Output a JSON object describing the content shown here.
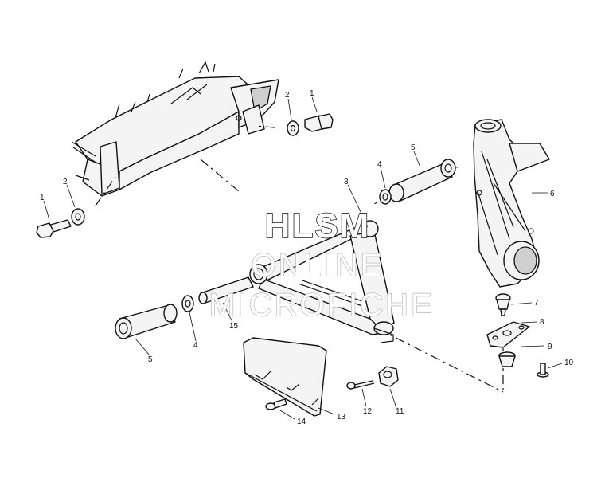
{
  "diagram": {
    "callouts": [
      {
        "id": "1a",
        "text": "1"
      },
      {
        "id": "2a",
        "text": "2"
      },
      {
        "id": "1b",
        "text": "1"
      },
      {
        "id": "2b",
        "text": "2"
      },
      {
        "id": "3",
        "text": "3"
      },
      {
        "id": "4a",
        "text": "4"
      },
      {
        "id": "5a",
        "text": "5"
      },
      {
        "id": "6",
        "text": "6"
      },
      {
        "id": "7",
        "text": "7"
      },
      {
        "id": "8",
        "text": "8"
      },
      {
        "id": "9",
        "text": "9"
      },
      {
        "id": "10",
        "text": "10"
      },
      {
        "id": "11",
        "text": "11"
      },
      {
        "id": "12",
        "text": "12"
      },
      {
        "id": "13",
        "text": "13"
      },
      {
        "id": "14",
        "text": "14"
      },
      {
        "id": "15",
        "text": "15"
      },
      {
        "id": "4b",
        "text": "4"
      },
      {
        "id": "5b",
        "text": "5"
      }
    ]
  },
  "watermark": {
    "line1": "HLSM",
    "line2": "ONLINE",
    "line3": "MICROFICHE"
  }
}
